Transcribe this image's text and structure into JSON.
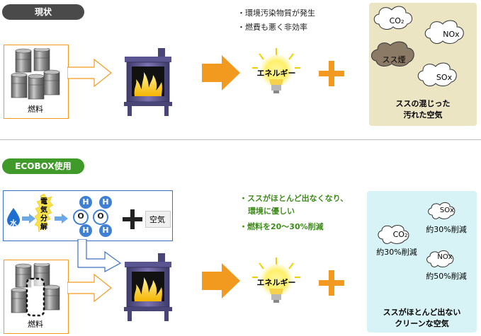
{
  "current": {
    "label": "現状",
    "fuel_label": "燃料",
    "note_line1": "・環境汚染物質が発生",
    "note_line2": "・燃費も悪く非効率",
    "energy_label": "エネルギー",
    "clouds": {
      "co2": "CO",
      "co2_sub": "2",
      "nox": "NOx",
      "soot": "スス煙",
      "sox": "SOx"
    },
    "result_line1": "ススの混じった",
    "result_line2": "汚れた空気"
  },
  "ecobox": {
    "label": "ECOBOX使用",
    "water": "水",
    "electrolysis": [
      "電",
      "気",
      "分",
      "解"
    ],
    "h": "H",
    "o": "O",
    "air": "空気",
    "fuel_label": "燃料",
    "note_line1": "・ススがほとんど出なくなり、",
    "note_line2": "環境に優しい",
    "note_line3": "・燃料を20～30%削減",
    "energy_label": "エネルギー",
    "clouds": {
      "sox": "SOx",
      "co2": "CO",
      "co2_sub": "2",
      "nox": "NOx"
    },
    "sox_reduce": "約30%削減",
    "co2_reduce": "約30%削減",
    "nox_reduce": "約50%削減",
    "result_line1": "ススがほとんど出ない",
    "result_line2": "クリーンな空気"
  },
  "colors": {
    "pill": "#4a4a4a",
    "pill_green": "#3f9a2a",
    "orange": "#f29a1f",
    "green_text": "#3d8c1a",
    "dirty_bg": "#ebe5c4",
    "clean_bg": "#d8f3f5"
  }
}
